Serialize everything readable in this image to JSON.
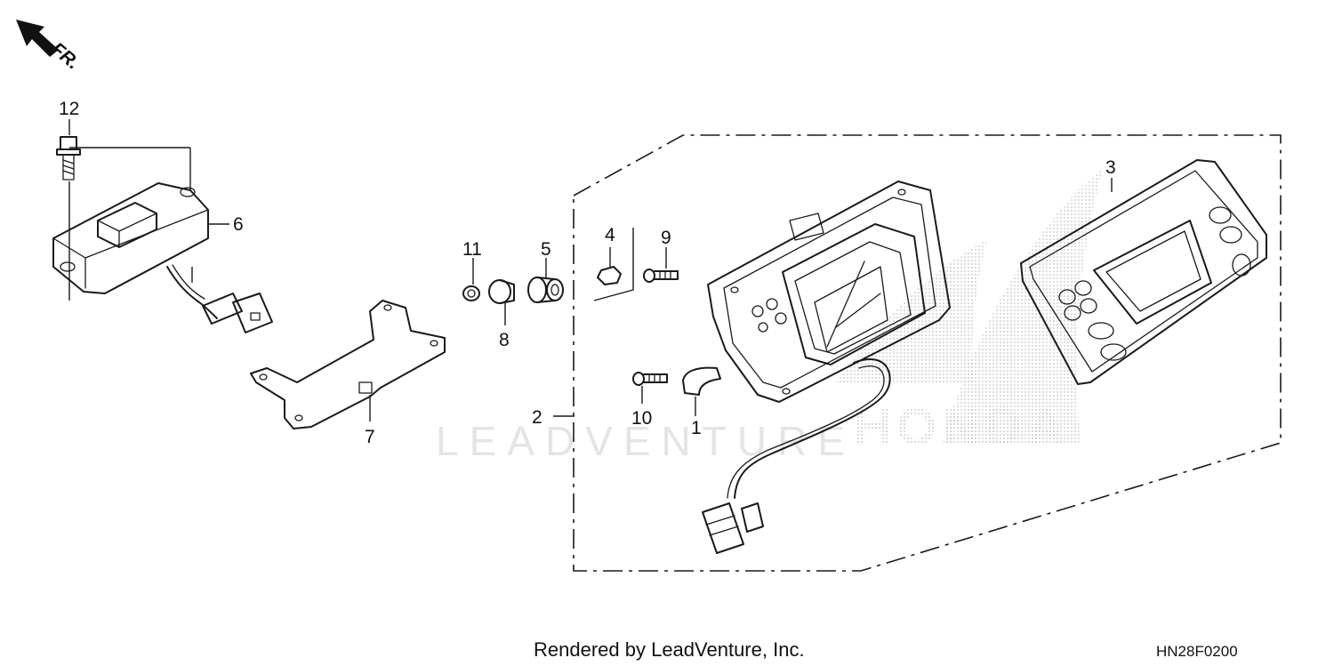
{
  "direction_label": "FR.",
  "callouts": {
    "c1": "1",
    "c2": "2",
    "c3": "3",
    "c4": "4",
    "c5": "5",
    "c6": "6",
    "c7": "7",
    "c8": "8",
    "c9": "9",
    "c10": "10",
    "c11": "11",
    "c12": "12"
  },
  "watermark": {
    "brand": "LEADVENTURE",
    "logo_text": "HONDA"
  },
  "footer": {
    "credit": "Rendered by LeadVenture, Inc.",
    "diagram_code": "HN28F0200"
  }
}
